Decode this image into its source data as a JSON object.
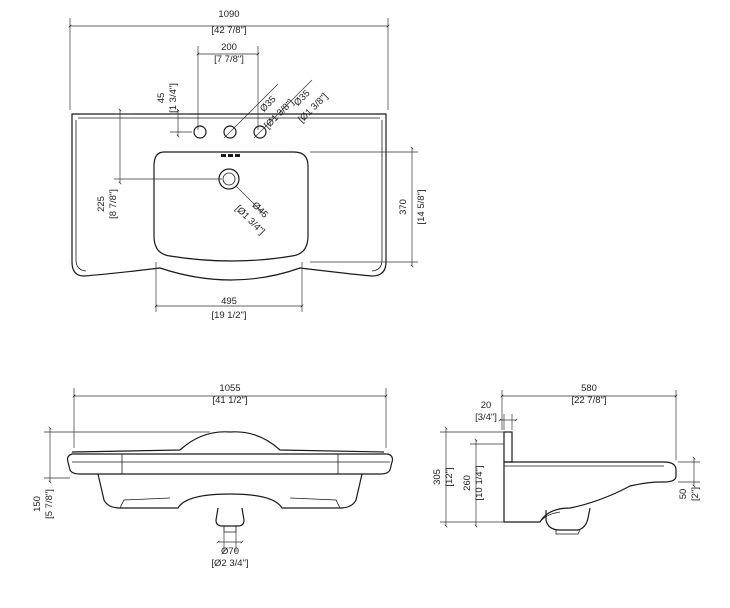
{
  "top_view": {
    "width": {
      "mm": "1090",
      "in": "[42 7/8\"]"
    },
    "tap_spacing": {
      "mm": "200",
      "in": "[7 7/8\"]"
    },
    "edge_offset": {
      "mm": "45",
      "in": "[1 3/4\"]"
    },
    "hole_left": {
      "mm": "Ø35",
      "in": "[Ø1 3/8\"]"
    },
    "hole_right": {
      "mm": "Ø35",
      "in": "[Ø1 3/8\"]"
    },
    "drain_offset": {
      "mm": "225",
      "in": "[8 7/8\"]"
    },
    "drain_hole": {
      "mm": "Ø45",
      "in": "[Ø1 3/4\"]"
    },
    "bowl_depth": {
      "mm": "370",
      "in": "[14 5/8\"]"
    },
    "bowl_width": {
      "mm": "495",
      "in": "[19 1/2\"]"
    }
  },
  "front_view": {
    "width": {
      "mm": "1055",
      "in": "[41 1/2\"]"
    },
    "height": {
      "mm": "150",
      "in": "[5 7/8\"]"
    },
    "waste": {
      "mm": "Ø70",
      "in": "[Ø2 3/4\"]"
    }
  },
  "side_view": {
    "depth": {
      "mm": "580",
      "in": "[22 7/8\"]"
    },
    "backsplash": {
      "mm": "20",
      "in": "[3/4\"]"
    },
    "total_height": {
      "mm": "305",
      "in": "[12\"]"
    },
    "inner_height": {
      "mm": "260",
      "in": "[10 1/4\"]"
    },
    "rim": {
      "mm": "50",
      "in": "[2\"]"
    }
  }
}
